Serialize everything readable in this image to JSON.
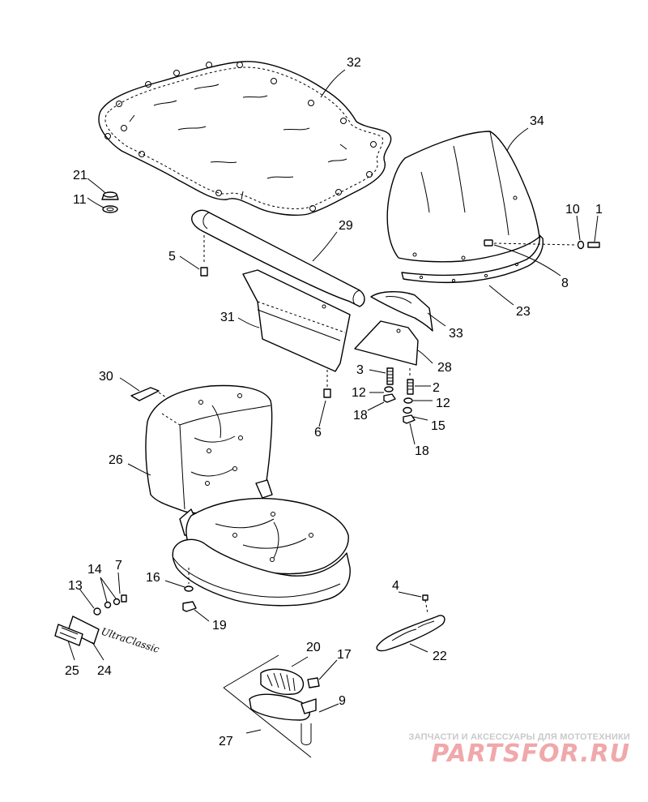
{
  "callouts": {
    "c1": "1",
    "c2": "2",
    "c3": "3",
    "c4": "4",
    "c5": "5",
    "c6": "6",
    "c7": "7",
    "c8": "8",
    "c9": "9",
    "c10": "10",
    "c11": "11",
    "c12a": "12",
    "c12b": "12",
    "c13": "13",
    "c14": "14",
    "c15": "15",
    "c16": "16",
    "c17": "17",
    "c18a": "18",
    "c18b": "18",
    "c19": "19",
    "c20": "20",
    "c21": "21",
    "c22": "22",
    "c23": "23",
    "c24": "24",
    "c25": "25",
    "c26": "26",
    "c27": "27",
    "c28": "28",
    "c29": "29",
    "c30": "30",
    "c31": "31",
    "c32": "32",
    "c33": "33",
    "c34": "34"
  },
  "emblem_script": "UltraClassic",
  "watermark": {
    "tagline": "ЗАПЧАСТИ И АКСЕССУАРЫ ДЛЯ МОТОТЕХНИКИ",
    "brand": "PARTSFOR.RU"
  }
}
